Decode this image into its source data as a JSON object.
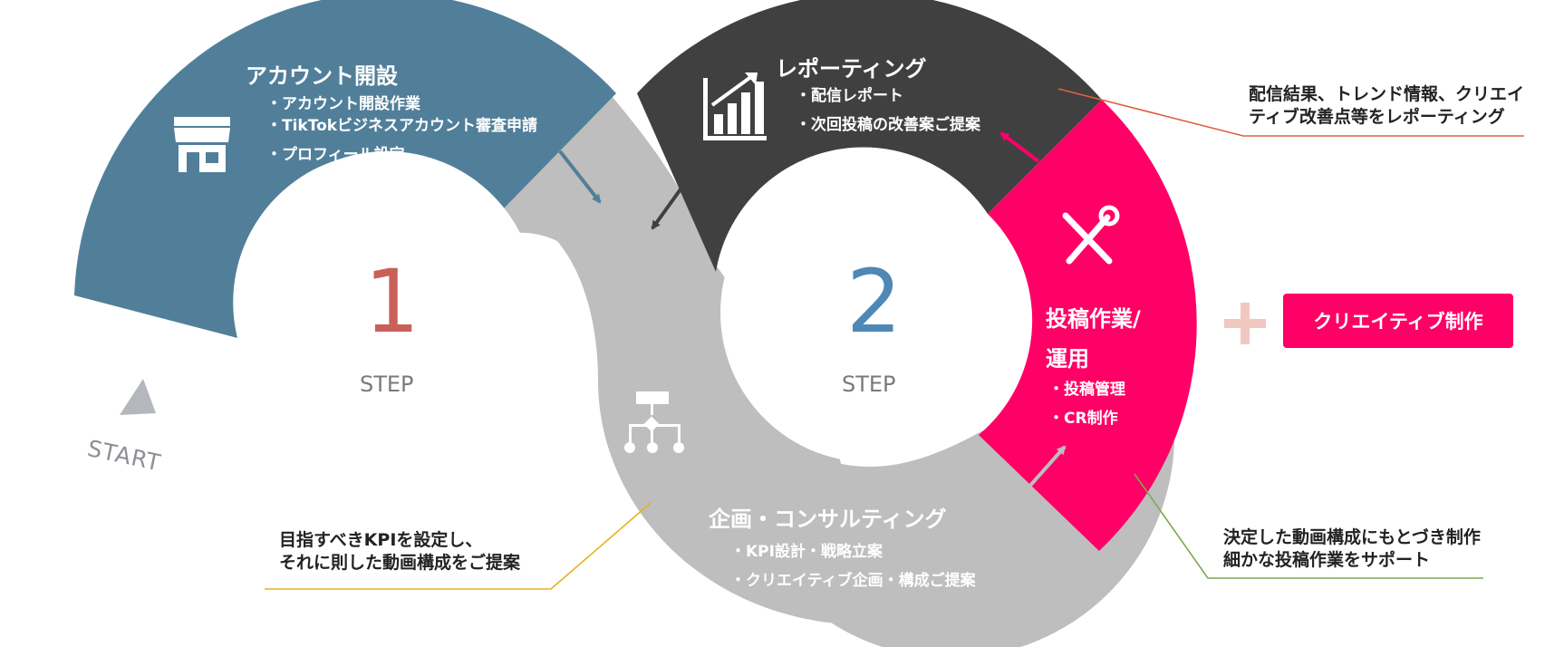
{
  "colors": {
    "account": "#517f99",
    "planning": "#bebebe",
    "reporting": "#404040",
    "posting": "#ff0066",
    "step1_number": "#c9605a",
    "step2_number": "#4f87b5",
    "plus": "#f0c8c0",
    "start_marker": "#b4b7bb"
  },
  "account": {
    "icon": "store-icon",
    "title": "アカウント開設",
    "items": [
      "・アカウント開設作業",
      "・TikTokビジネスアカウント審査申請",
      "・プロフィール設定"
    ]
  },
  "reporting": {
    "icon": "growth-chart-icon",
    "title": "レポーティング",
    "items": [
      "・配信レポート",
      "・次回投稿の改善案ご提案"
    ]
  },
  "posting": {
    "icon": "tools-icon",
    "title_line1": "投稿作業/",
    "title_line2": "運用",
    "items": [
      "・投稿管理",
      "・CR制作"
    ]
  },
  "planning": {
    "icon": "org-chart-icon",
    "title": "企画・コンサルティング",
    "items": [
      "・KPI設計・戦略立案",
      "・クリエイティブ企画・構成ご提案"
    ]
  },
  "step1": {
    "number": "1",
    "label": "STEP"
  },
  "step2": {
    "number": "2",
    "label": "STEP"
  },
  "start": {
    "label": "START"
  },
  "notes": {
    "reporting": [
      "配信結果、トレンド情報、クリエイ",
      "ティブ改善点等をレポーティング"
    ],
    "planning": [
      "目指すべきKPIを設定し、",
      "それに則した動画構成をご提案"
    ],
    "posting": [
      "決定した動画構成にもとづき制作",
      "細かな投稿作業をサポート"
    ]
  },
  "creative_button": {
    "plus": "+",
    "label": "クリエイティブ制作"
  }
}
